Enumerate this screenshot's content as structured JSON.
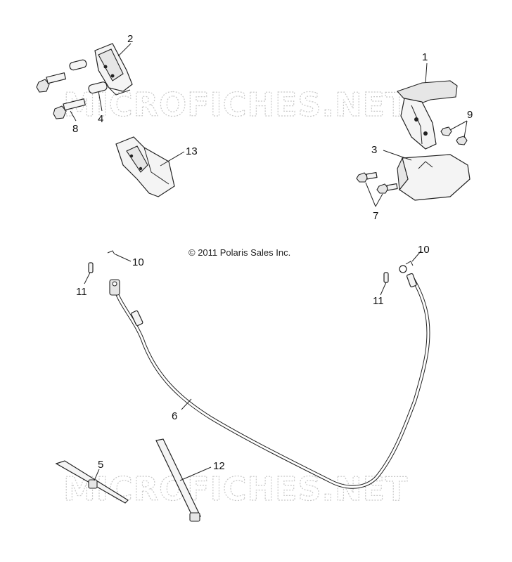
{
  "copyright": "© 2011 Polaris Sales Inc.",
  "watermark": "MICROFICHES.NET",
  "callouts": {
    "c1": "1",
    "c2": "2",
    "c3": "3",
    "c4": "4",
    "c5": "5",
    "c6": "6",
    "c7": "7",
    "c8": "8",
    "c9": "9",
    "c10a": "10",
    "c10b": "10",
    "c11a": "11",
    "c11b": "11",
    "c12": "12",
    "c13": "13"
  }
}
